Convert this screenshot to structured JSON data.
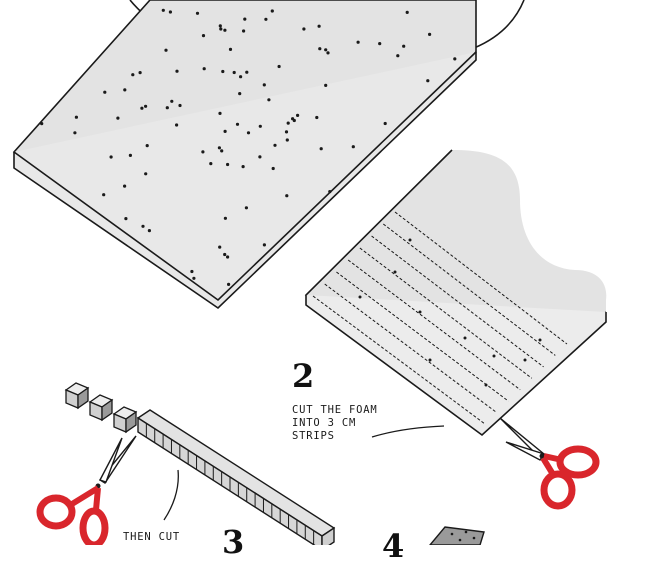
{
  "steps": [
    {
      "number": "2",
      "caption_lines": [
        "CUT THE FOAM",
        "INTO 3 CM",
        "STRIPS"
      ]
    },
    {
      "number": "3",
      "caption_lines": [
        "THEN CUT"
      ]
    },
    {
      "number": "4",
      "caption_lines": []
    }
  ],
  "colors": {
    "foam": "#e3e3e3",
    "outline": "#1a1a1a",
    "scissor_handle": "#d9262c",
    "scissor_blade": "#ffffff"
  },
  "icons": [
    "foam-sheet",
    "foam-block-with-cut-lines",
    "scissors",
    "foam-strip",
    "foam-cubes"
  ]
}
